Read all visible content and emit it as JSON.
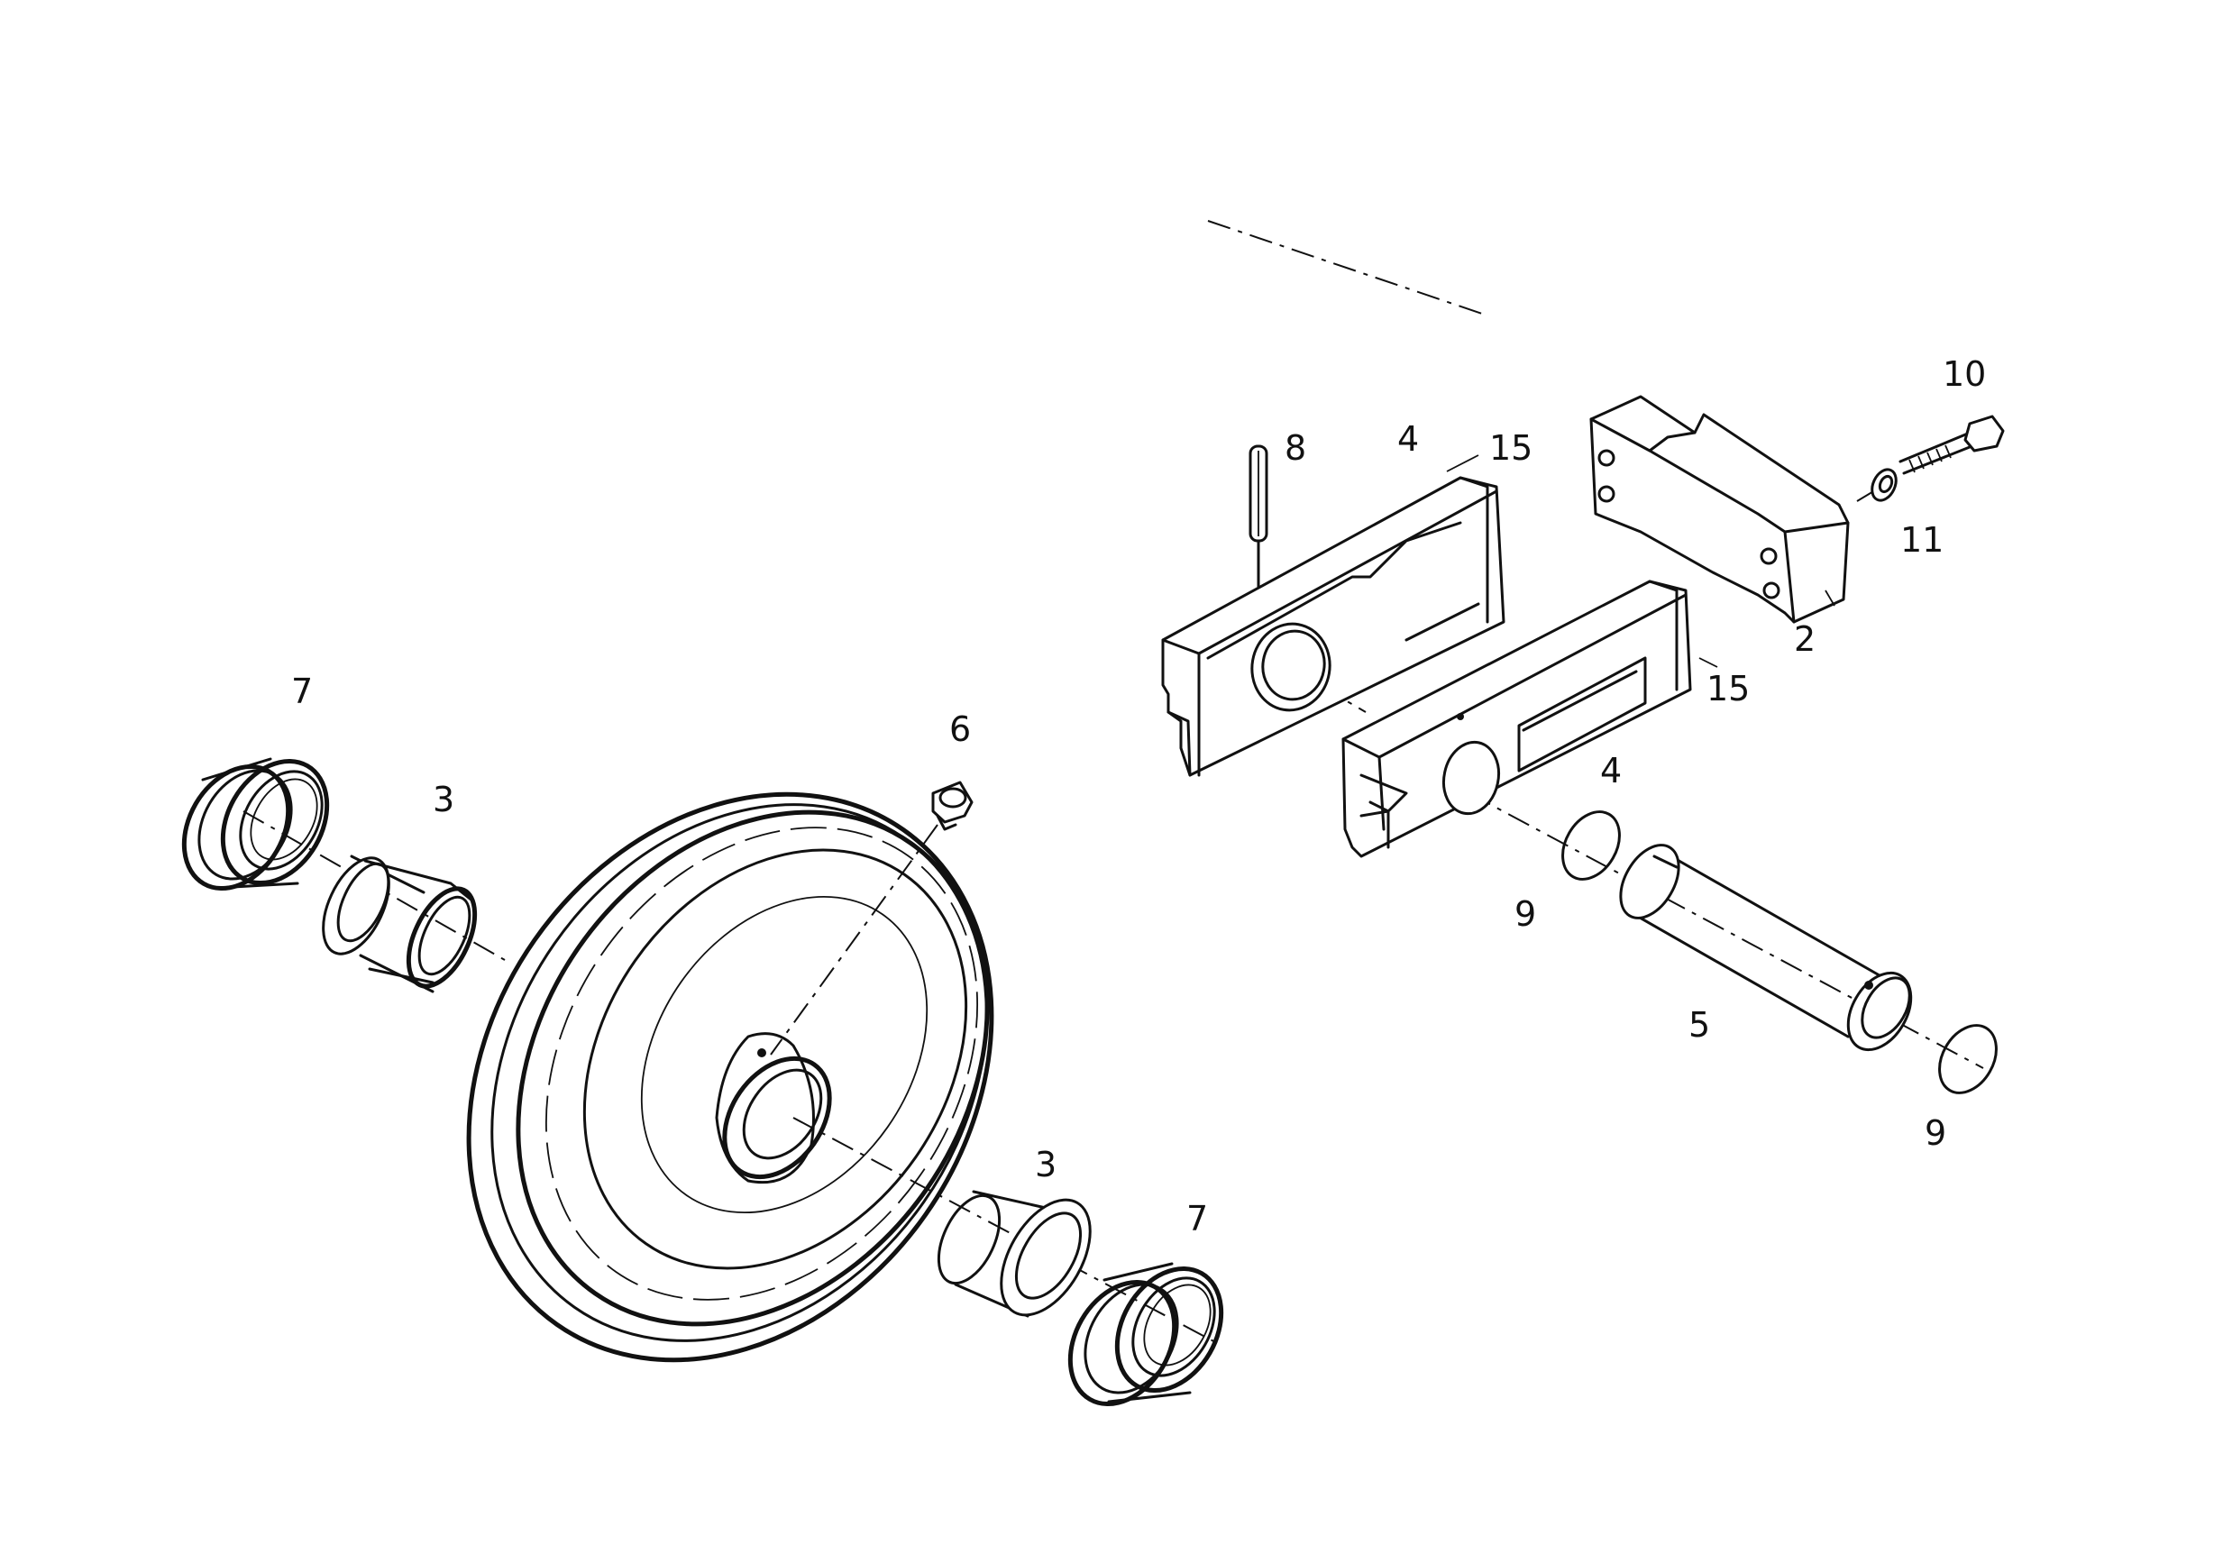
{
  "callouts": {
    "c7a": "7",
    "c3a": "3",
    "c6": "6",
    "c3b": "3",
    "c7b": "7",
    "c8": "8",
    "c4a": "4",
    "c15a": "15",
    "c10": "10",
    "c11": "11",
    "c2": "2",
    "c15b": "15",
    "c4b": "4",
    "c9a": "9",
    "c5": "5",
    "c9b": "9"
  }
}
